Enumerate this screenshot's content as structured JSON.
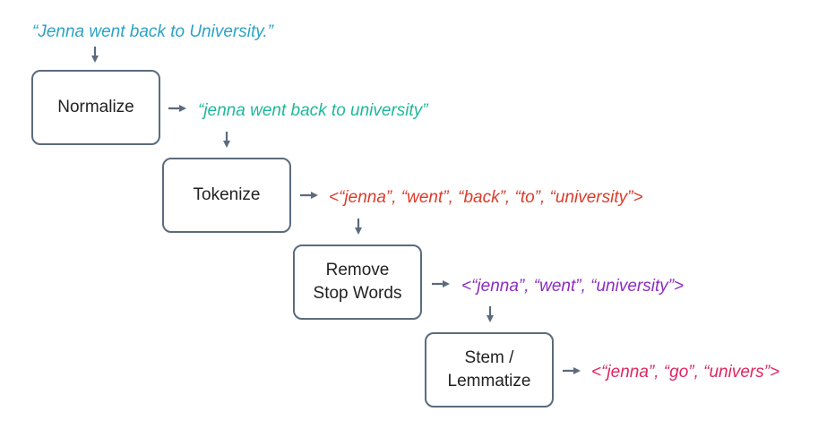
{
  "input_sentence": {
    "text": "“Jenna went back to University.”",
    "color": "#2aa3c7"
  },
  "steps": [
    {
      "name": "Normalize",
      "output": "“jenna went back to university”",
      "output_color": "#1fb89a"
    },
    {
      "name": "Tokenize",
      "output": "<“jenna”, “went”, “back”, “to”, “university”>",
      "output_color": "#dd3b2a"
    },
    {
      "name": "Remove\nStop Words",
      "output": "<“jenna”, “went”, “university”>",
      "output_color": "#8e2cc0"
    },
    {
      "name": "Stem /\nLemmatize",
      "output": "<“jenna”, “go”, “univers”>",
      "output_color": "#e0265f"
    }
  ],
  "colors": {
    "box_border": "#5b6b7d",
    "arrow": "#5b6b7d",
    "box_text": "#222222"
  }
}
